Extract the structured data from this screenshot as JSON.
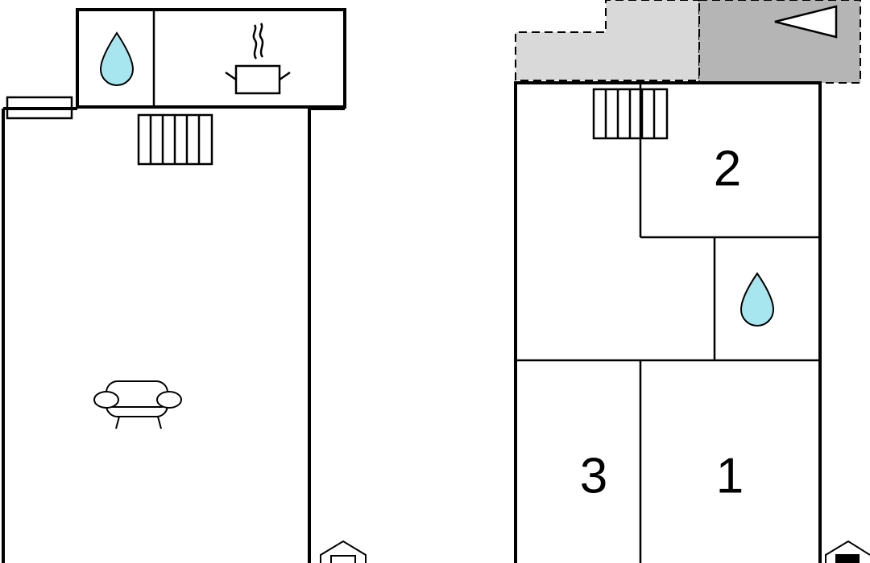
{
  "floor_plan": {
    "upper_floor": {
      "rooms": [
        {
          "id": "bedroom-1",
          "label": "1"
        },
        {
          "id": "bedroom-2",
          "label": "2"
        },
        {
          "id": "bedroom-3",
          "label": "3"
        }
      ]
    },
    "icons": {
      "bathroom_ground": "water-drop-icon",
      "kitchen": "cooking-pot-icon",
      "living_room": "armchair-icon",
      "bathroom_upper": "water-drop-icon",
      "terrace": "arrow-direction-icon",
      "stairs": "staircase-icon",
      "entrance": "entrance-marker-icon"
    },
    "colors": {
      "water": "#a8e6ef",
      "terrace_light": "#d9d9d9",
      "terrace_dark": "#b5b5b5",
      "walls": "#000000"
    }
  }
}
